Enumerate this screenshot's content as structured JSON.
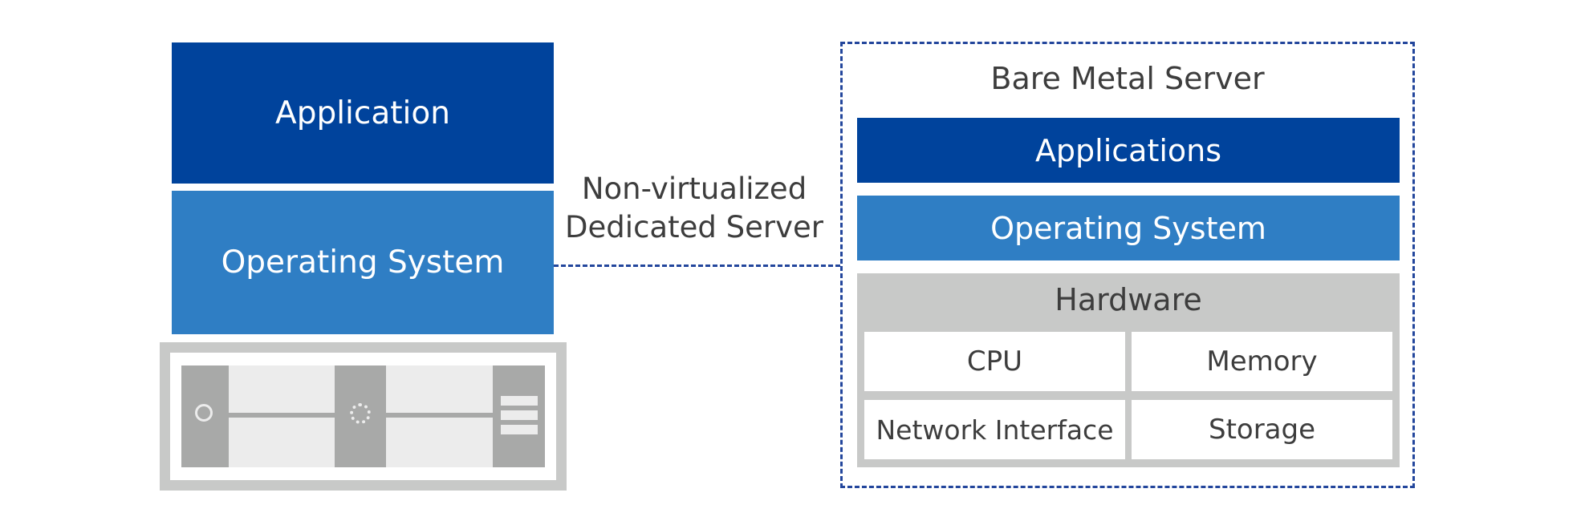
{
  "left_stack": {
    "application_label": "Application",
    "os_label": "Operating System"
  },
  "connector": {
    "line1": "Non-virtualized",
    "line2": "Dedicated Server"
  },
  "bare_metal": {
    "title": "Bare Metal Server",
    "applications_label": "Applications",
    "os_label": "Operating System",
    "hardware": {
      "title": "Hardware",
      "components": [
        "CPU",
        "Memory",
        "Network Interface",
        "Storage"
      ]
    }
  },
  "colors": {
    "dark_blue": "#00439c",
    "mid_blue": "#2f7ec4",
    "gray": "#c8c9c8",
    "dashed_border": "#23469c"
  },
  "icons": {
    "server": "server-chassis-icon"
  }
}
